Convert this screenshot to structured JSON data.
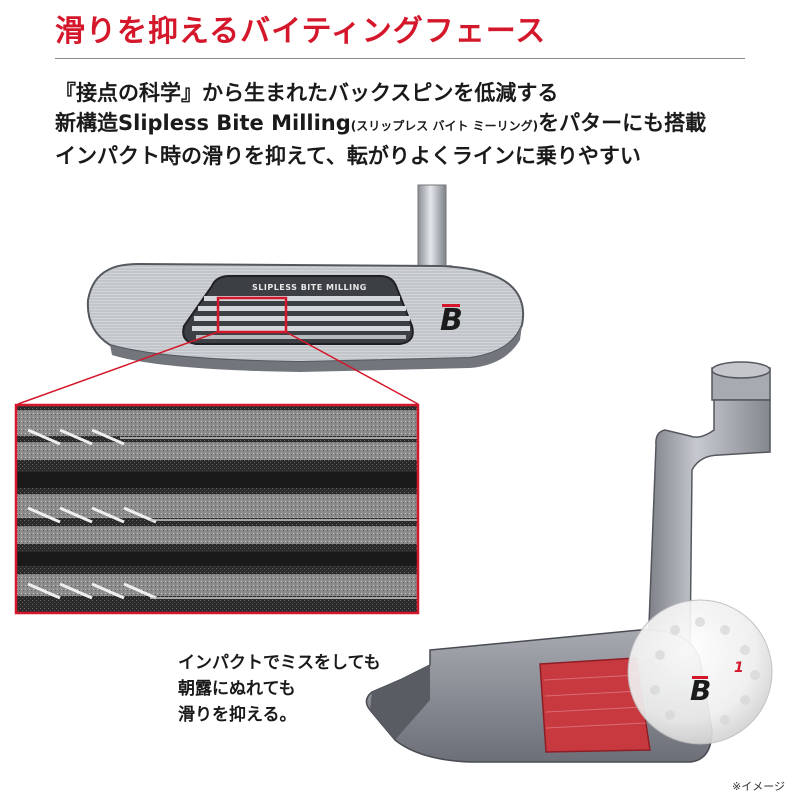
{
  "headline": "滑りを抑えるバイティングフェース",
  "description": {
    "line1": "『接点の科学』から生まれたバックスピンを低減する",
    "line2_before": "新構造Slipless Bite Milling",
    "line2_small": "(スリップレス バイト ミーリング)",
    "line2_after": "をパターにも搭載",
    "line3": "インパクト時の滑りを抑えて、転がりよくラインに乗りやすい"
  },
  "putter_face": {
    "milling_label": "SLIPLESS BITE MILLING",
    "brand_mark": "B"
  },
  "callout": {
    "line1": "インパクトでミスをしても",
    "line2": "朝露にぬれても",
    "line3": "滑りを抑える。"
  },
  "ball": {
    "brand_mark": "B",
    "number": "1"
  },
  "footnote": "※イメージ",
  "colors": {
    "accent": "#d4172a",
    "face_insert": "#c8383f"
  }
}
